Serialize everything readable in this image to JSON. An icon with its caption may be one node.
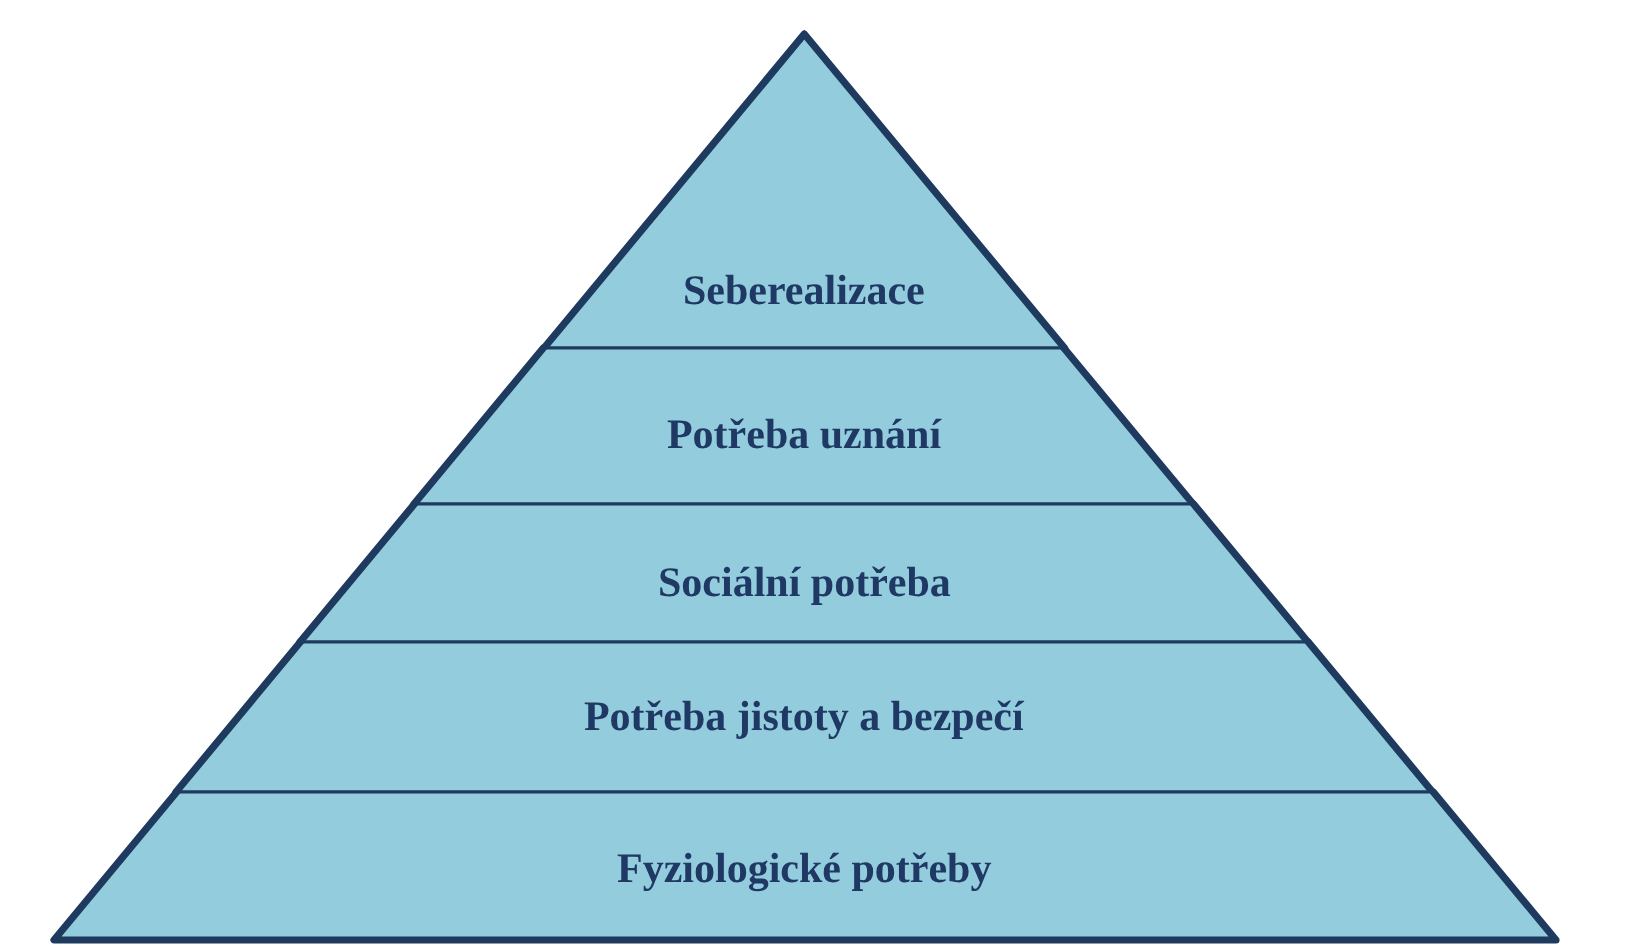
{
  "diagram": {
    "nodes": [
      {
        "text": [
          "Seberealizace"
        ]
      },
      {
        "text": [
          "Potřeba uznání"
        ]
      },
      {
        "text": [
          "Sociální potřeba"
        ]
      },
      {
        "text": [
          "Potřeba jistoty a bezpečí"
        ]
      },
      {
        "text": [
          "Fyziologické potřeby"
        ]
      }
    ]
  }
}
